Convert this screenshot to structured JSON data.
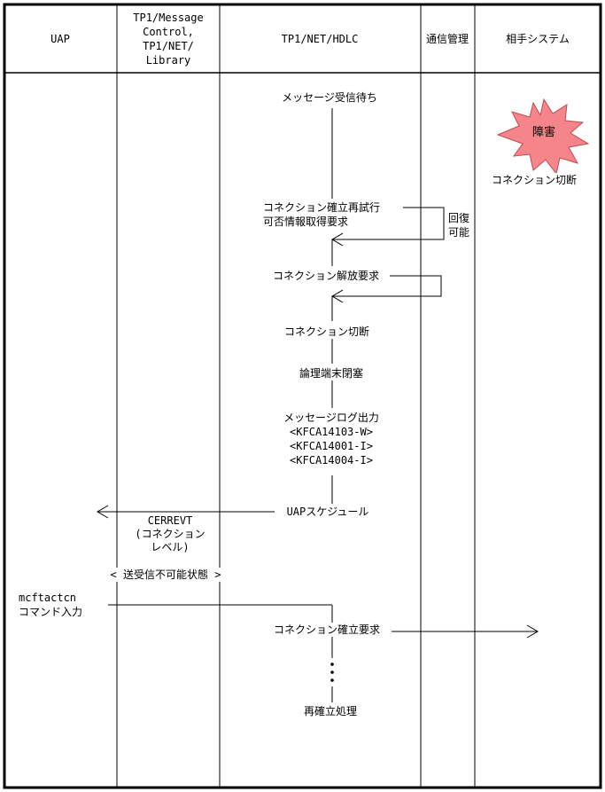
{
  "headers": {
    "uap": "UAP",
    "tp1_msg": [
      "TP1/Message",
      "Control,",
      "TP1/NET/",
      "Library"
    ],
    "tp1_net": "TP1/NET/HDLC",
    "comm_mgmt": "通信管理",
    "partner": "相手システム"
  },
  "partner": {
    "fault_label": "障害",
    "disconnect_label": "コネクション切断",
    "burst_color": "#f4858a"
  },
  "steps": {
    "wait_receive": "メッセージ受信待ち",
    "retry_request": [
      "コネクション確立再試行",
      "可否情報取得要求"
    ],
    "recoverable": [
      "回復",
      "可能"
    ],
    "release_request": "コネクション解放要求",
    "disconnect": "コネクション切断",
    "lt_close": "論理端末閉塞",
    "msglog": [
      "メッセージログ出力",
      "<KFCA14103-W>",
      "<KFCA14001-I>",
      "<KFCA14004-I>"
    ],
    "uap_schedule": "UAPスケジュール",
    "cerrevt": [
      "CERREVT",
      "(コネクション",
      "レベル)"
    ],
    "send_recv_disabled": "< 送受信不可能状態 >",
    "command": [
      "mcftactcn",
      "コマンド入力"
    ],
    "establish_request": "コネクション確立要求",
    "reestablish": "再確立処理"
  }
}
